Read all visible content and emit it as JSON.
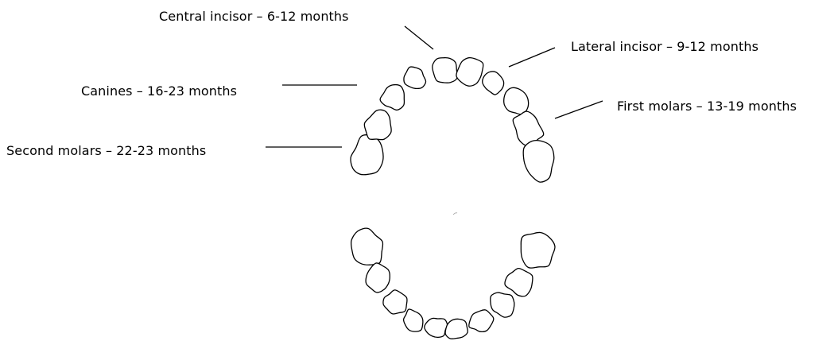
{
  "diagram": {
    "labels": {
      "central_incisor": "Central incisor – 6-12 months",
      "lateral_incisor": "Lateral incisor – 9-12 months",
      "canines": "Canines – 16-23 months",
      "first_molars": "First molars – 13-19 months",
      "second_molars": "Second molars – 22-23 months"
    },
    "line_color": "#000000",
    "background": "#ffffff"
  }
}
